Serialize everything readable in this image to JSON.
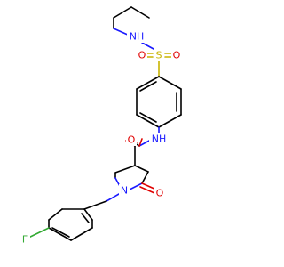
{
  "molecule": {
    "atoms": {
      "nh_propyl": {
        "label": "NH",
        "element": "N"
      },
      "s_sulfonyl": {
        "label": "S",
        "element": "S"
      },
      "o_sulfonyl_left": {
        "label": "O",
        "element": "O"
      },
      "o_sulfonyl_right": {
        "label": "O",
        "element": "O"
      },
      "o_amide": {
        "label": "O",
        "element": "O"
      },
      "nh_amide": {
        "label": "NH",
        "element": "N"
      },
      "n_ring": {
        "label": "N",
        "element": "N"
      },
      "o_lactam": {
        "label": "O",
        "element": "O"
      },
      "f_aryl": {
        "label": "F",
        "element": "F"
      }
    },
    "colors": {
      "carbon_bond": "#000000",
      "nitrogen": "#1a1aff",
      "oxygen": "#e00000",
      "sulfur": "#c8b400",
      "fluorine": "#33aa33"
    }
  }
}
